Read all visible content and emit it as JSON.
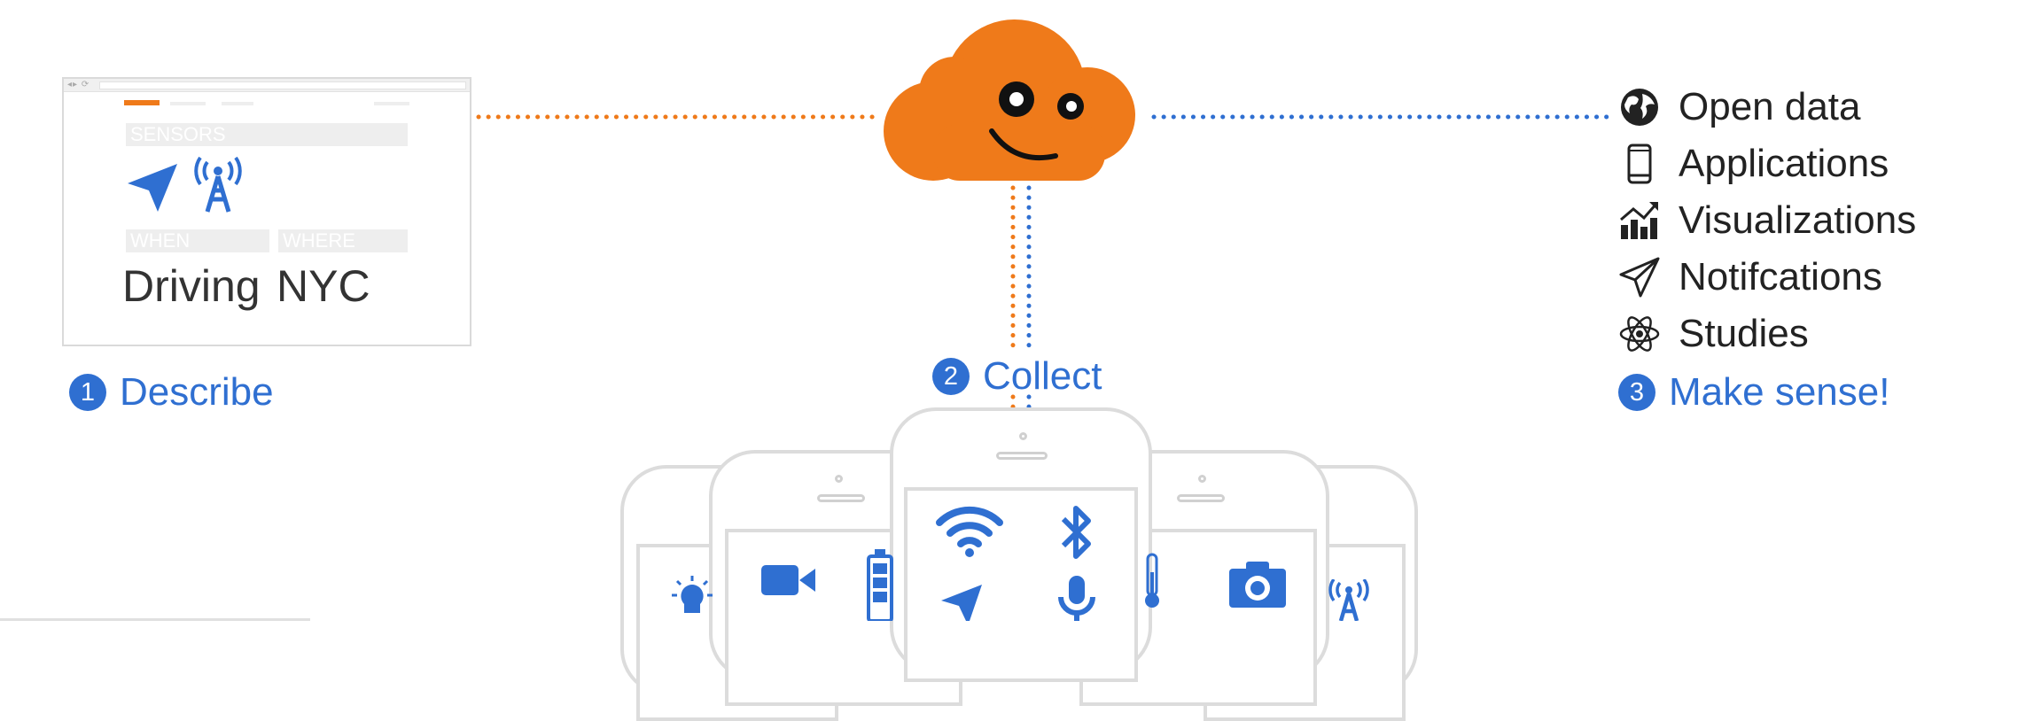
{
  "browser": {
    "sensors_label": "SENSORS",
    "when_label": "WHEN",
    "where_label": "WHERE",
    "when_value": "Driving",
    "where_value": "NYC"
  },
  "steps": {
    "describe": {
      "num": "1",
      "label": "Describe"
    },
    "collect": {
      "num": "2",
      "label": "Collect"
    },
    "make_sense": {
      "num": "3",
      "label": "Make sense!"
    }
  },
  "outputs": [
    {
      "label": "Open data",
      "icon": "globe-icon"
    },
    {
      "label": "Applications",
      "icon": "smartphone-icon"
    },
    {
      "label": "Visualizations",
      "icon": "chart-icon"
    },
    {
      "label": "Notifcations",
      "icon": "paper-plane-icon"
    },
    {
      "label": "Studies",
      "icon": "atom-icon"
    }
  ],
  "colors": {
    "orange": "#ef7a1a",
    "blue": "#2f6fd1",
    "phone_outline": "#dcdcdc"
  },
  "phone_icons": [
    "lightbulb-icon",
    "video-camera-icon",
    "battery-icon",
    "wifi-icon",
    "bluetooth-icon",
    "location-arrow-icon",
    "microphone-icon",
    "thermometer-icon",
    "camera-icon",
    "antenna-icon"
  ]
}
